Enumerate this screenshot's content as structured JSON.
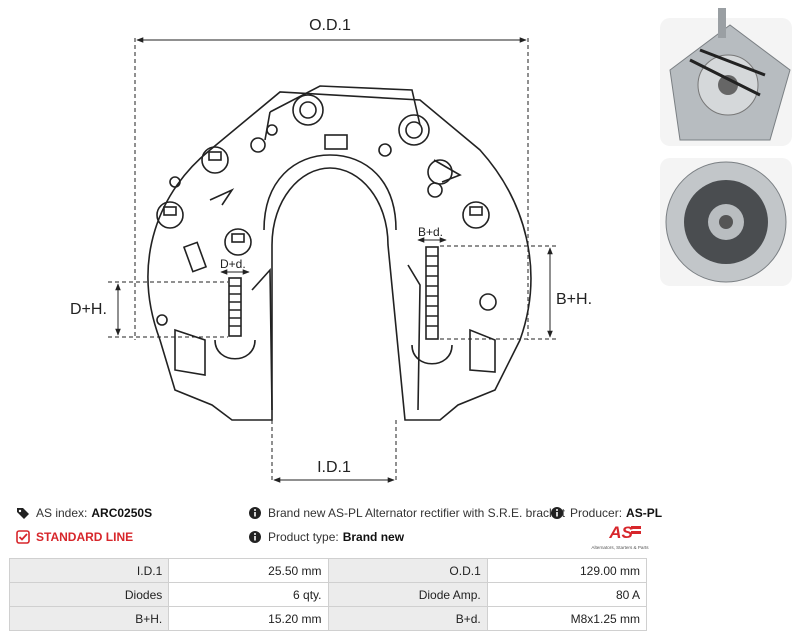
{
  "drawing": {
    "od_label": "O.D.1",
    "id_label": "I.D.1",
    "dh_label": "D+H.",
    "bh_label": "B+H.",
    "dd_label": "D+d.",
    "bd_label": "B+d."
  },
  "info": {
    "as_index_label": "AS index:",
    "as_index_value": "ARC0250S",
    "standard_line": "STANDARD LINE",
    "description": "Brand new AS-PL Alternator rectifier with S.R.E. bracket",
    "producer_label": "Producer:",
    "producer_value": "AS-PL",
    "product_type_label": "Product type:",
    "product_type_value": "Brand new",
    "logo_text": "AS",
    "logo_tagline": "Alternators, Starters & Parts"
  },
  "specs": [
    {
      "l1": "I.D.1",
      "v1": "25.50 mm",
      "l2": "O.D.1",
      "v2": "129.00 mm"
    },
    {
      "l1": "Diodes",
      "v1": "6 qty.",
      "l2": "Diode Amp.",
      "v2": "80 A"
    },
    {
      "l1": "B+H.",
      "v1": "15.20 mm",
      "l2": "B+d.",
      "v2": "M8x1.25 mm"
    }
  ],
  "colors": {
    "accent_red": "#d7262b",
    "line": "#222222",
    "table_label_bg": "#ececec"
  }
}
